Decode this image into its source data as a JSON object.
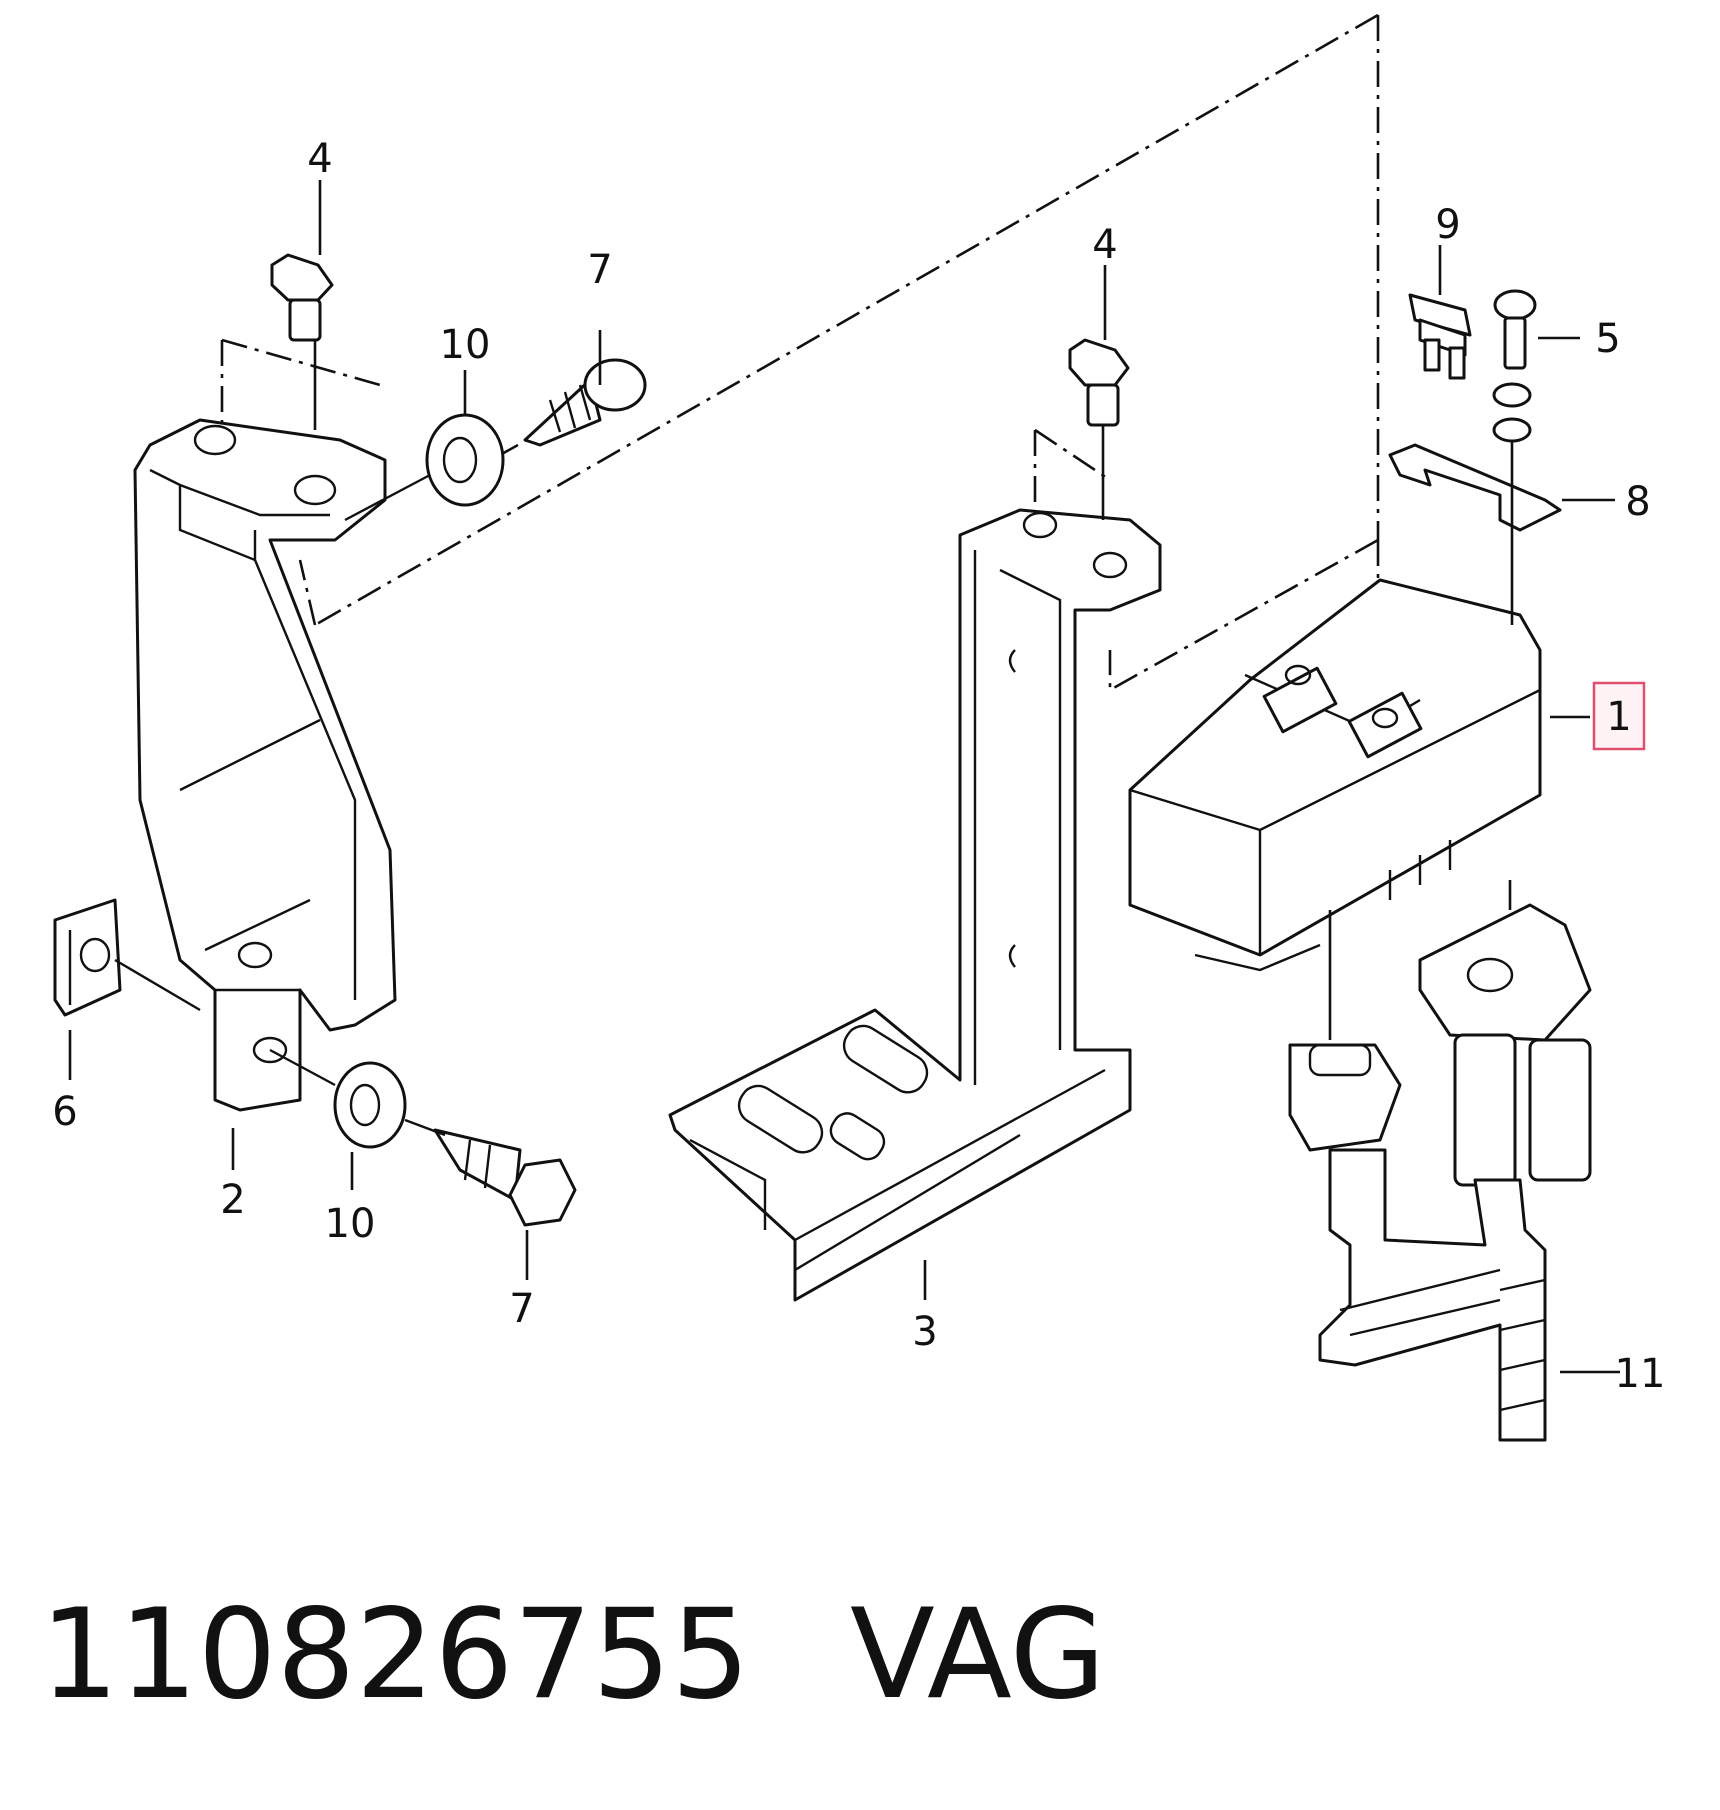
{
  "callouts": {
    "c1": "1",
    "c2": "2",
    "c3": "3",
    "c4a": "4",
    "c4b": "4",
    "c5": "5",
    "c6": "6",
    "c7a": "7",
    "c7b": "7",
    "c8": "8",
    "c9": "9",
    "c10a": "10",
    "c10b": "10",
    "c11": "11"
  },
  "highlight_color": "#e0506e",
  "footer": {
    "part_number": "110826755",
    "brand": "VAG"
  }
}
